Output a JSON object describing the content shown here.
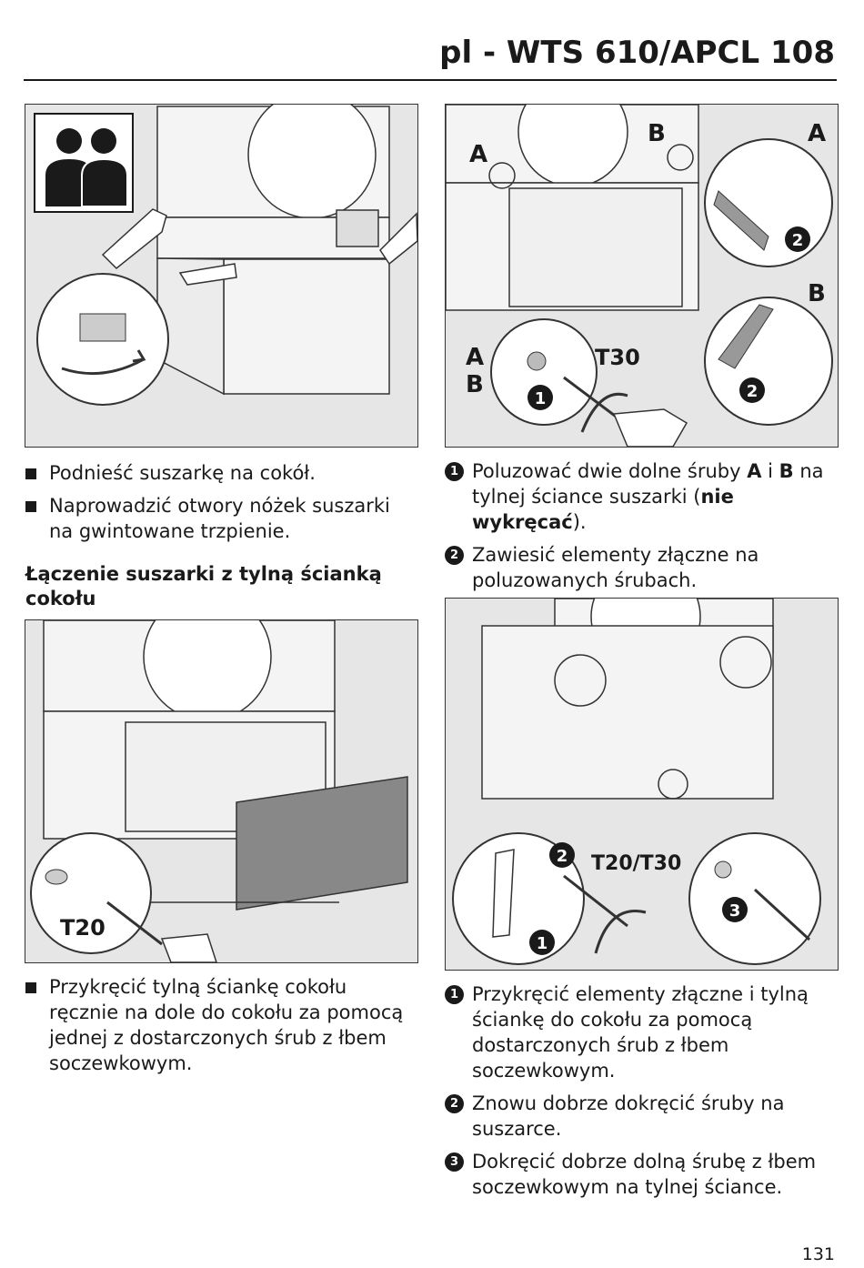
{
  "header": {
    "title": "pl - WTS 610/APCL 108"
  },
  "left_column": {
    "bullets_top": [
      "Podnieść suszarkę na cokół.",
      "Naprowadzić otwory nóżek suszarki na gwintowane trzpienie."
    ],
    "section_heading": "Łączenie suszarki z tylną ścianką cokołu",
    "bullets_bottom": [
      "Przykręcić tylną ściankę cokołu ręcznie na dole do cokołu za pomocą jednej z dostarczonych śrub z łbem soczewkowym."
    ]
  },
  "right_column": {
    "steps_top": [
      {
        "num": "1",
        "parts": [
          "Poluzować dwie dolne śruby ",
          "A",
          " i ",
          "B",
          " na tylnej ściance suszarki (",
          "nie wykręcać",
          ")."
        ]
      },
      {
        "num": "2",
        "text": "Zawiesić elementy złączne na poluzowanych śrubach."
      }
    ],
    "steps_bottom": [
      {
        "num": "1",
        "text": "Przykręcić elementy złączne i tylną ściankę do cokołu za pomocą dostarczonych śrub z łbem soczewkowym."
      },
      {
        "num": "2",
        "text": "Znowu dobrze dokręcić śruby na suszarce."
      },
      {
        "num": "3",
        "text": "Dokręcić dobrze dolną śrubę z łbem soczewkowym na tylnej ściance."
      }
    ]
  },
  "figures": {
    "fig_top_right": {
      "label_a": "A",
      "label_b": "B",
      "label_a2": "A",
      "label_b2": "B",
      "label_ab_a": "A",
      "label_ab_b": "B",
      "tool": "T30",
      "marker1": "1",
      "marker2a": "2",
      "marker2b": "2"
    },
    "fig_bottom_left": {
      "tool": "T20"
    },
    "fig_bottom_right": {
      "tool": "T20/T30",
      "marker1": "1",
      "marker2": "2",
      "marker3": "3"
    }
  },
  "page_number": "131"
}
